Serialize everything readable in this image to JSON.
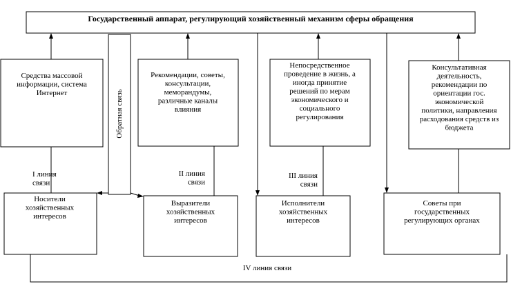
{
  "title": "Государственный аппарат, регулирующий хозяйственный механизм сферы обращения",
  "feedback": "Обратная связь",
  "top_boxes": [
    {
      "lines": [
        "Средства массовой",
        "информации, система",
        "Интернет"
      ]
    },
    {
      "lines": [
        "Рекомендации, советы,",
        "консультации,",
        "меморандумы,",
        "различные каналы",
        "влияния"
      ]
    },
    {
      "lines": [
        "Непосредственное",
        "проведение в жизнь, а",
        "иногда принятие",
        "решений по мерам",
        "экономического и",
        "социального",
        "регулирования"
      ]
    },
    {
      "lines": [
        "Консультативная",
        "деятельность,",
        "рекомендации по",
        "ориентации гос.",
        "экономической",
        "политики, направления",
        "расходования средств из",
        "бюджета"
      ]
    }
  ],
  "bottom_boxes": [
    {
      "lines": [
        "Носители",
        "хозяйственных",
        "интересов"
      ]
    },
    {
      "lines": [
        "Выразители",
        "хозяйственных",
        "интересов"
      ]
    },
    {
      "lines": [
        "Исполнители",
        "хозяйственных",
        "интересов"
      ]
    },
    {
      "lines": [
        "Советы при",
        "государственных",
        "регулирующих органах"
      ]
    }
  ],
  "links": [
    {
      "lines": [
        "I линия",
        "связи"
      ]
    },
    {
      "lines": [
        "II линия",
        "связи"
      ]
    },
    {
      "lines": [
        "III линия",
        "связи"
      ]
    }
  ],
  "link4": "IV линия связи"
}
